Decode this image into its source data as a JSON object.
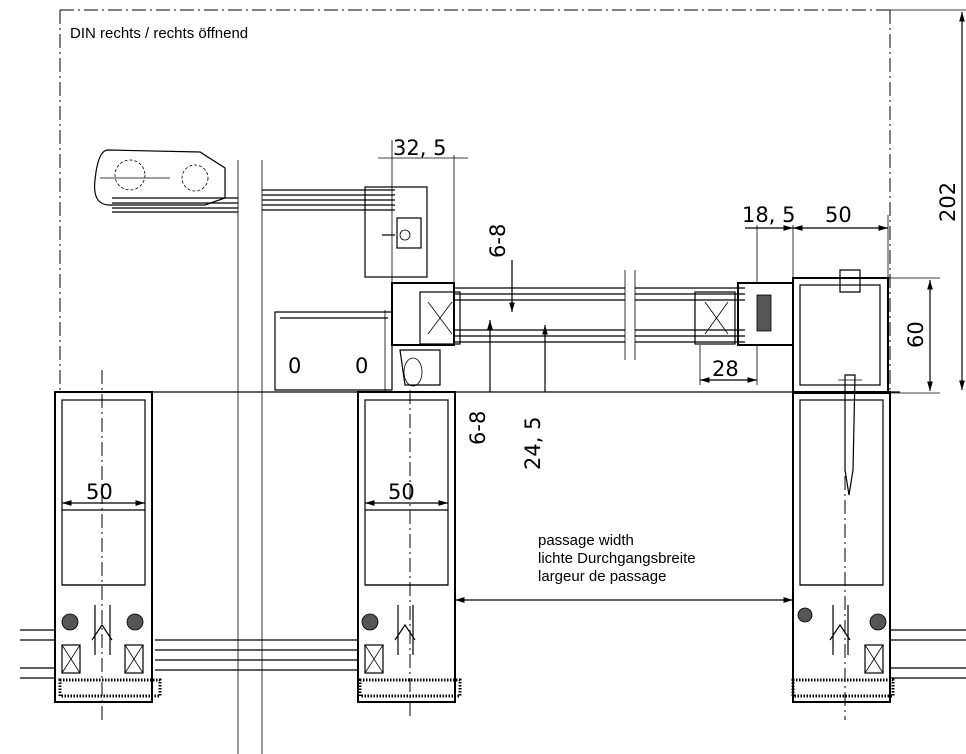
{
  "notes": {
    "hinge_side": "DIN rechts / rechts öffnend",
    "passage_en": "passage width",
    "passage_de": "lichte Durchgangsbreite",
    "passage_fr": "largeur de passage"
  },
  "dimensions": {
    "d_32_5": "32, 5",
    "d_18_5": "18, 5",
    "d_50_top": "50",
    "d_202": "202",
    "d_6_8_top": "6-8",
    "d_60": "60",
    "d_28": "28",
    "d_6_8_bottom": "6-8",
    "d_24_5": "24, 5",
    "d_50_left": "50",
    "d_50_mid": "50",
    "d_o_left": "0",
    "d_o_right": "0"
  }
}
